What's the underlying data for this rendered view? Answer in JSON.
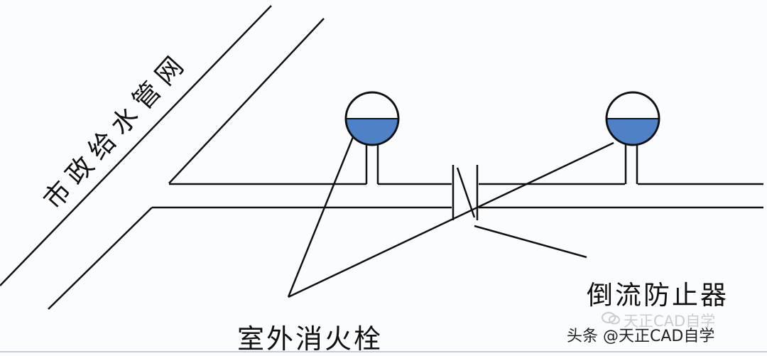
{
  "labels": {
    "main_pipe": "市政给水管网",
    "hydrant": "室外消火栓",
    "backflow_preventer": "倒流防止器"
  },
  "watermark": {
    "primary": "头条 @天正CAD自学",
    "secondary": "天正CAD自学"
  },
  "colors": {
    "line": "#111111",
    "hydrant_fill": "#4f81c7",
    "background": "#fbfcfe"
  }
}
